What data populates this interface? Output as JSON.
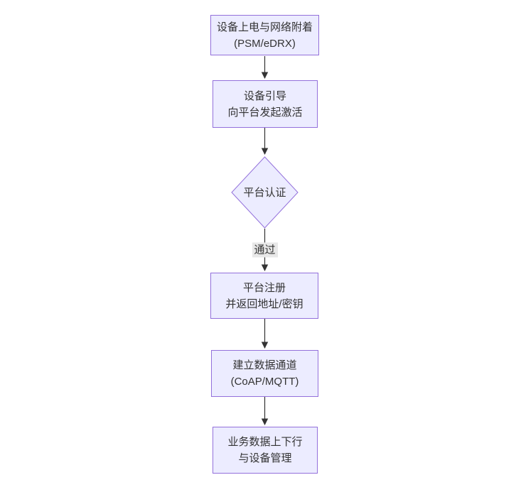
{
  "diagram": {
    "type": "flowchart",
    "direction": "top-down",
    "colors": {
      "background": "#ffffff",
      "node_fill": "#ececff",
      "node_border": "#9370db",
      "text": "#333333",
      "arrow": "#333333",
      "edge_label_bg": "#e8e8e8"
    },
    "nodes": [
      {
        "id": "power-attach",
        "shape": "rect",
        "lines": [
          "设备上电与网络附着",
          "(PSM/eDRX)"
        ]
      },
      {
        "id": "device-bootstrap",
        "shape": "rect",
        "lines": [
          "设备引导",
          "向平台发起激活"
        ]
      },
      {
        "id": "platform-auth",
        "shape": "diamond",
        "lines": [
          "平台认证"
        ]
      },
      {
        "id": "platform-register",
        "shape": "rect",
        "lines": [
          "平台注册",
          "并返回地址/密钥"
        ]
      },
      {
        "id": "data-channel",
        "shape": "rect",
        "lines": [
          "建立数据通道",
          "(CoAP/MQTT)"
        ]
      },
      {
        "id": "business-data",
        "shape": "rect",
        "lines": [
          "业务数据上下行",
          "与设备管理"
        ]
      }
    ],
    "edges": [
      {
        "from": "power-attach",
        "to": "device-bootstrap",
        "label": ""
      },
      {
        "from": "device-bootstrap",
        "to": "platform-auth",
        "label": ""
      },
      {
        "from": "platform-auth",
        "to": "platform-register",
        "label": "通过"
      },
      {
        "from": "platform-register",
        "to": "data-channel",
        "label": ""
      },
      {
        "from": "data-channel",
        "to": "business-data",
        "label": ""
      }
    ]
  }
}
